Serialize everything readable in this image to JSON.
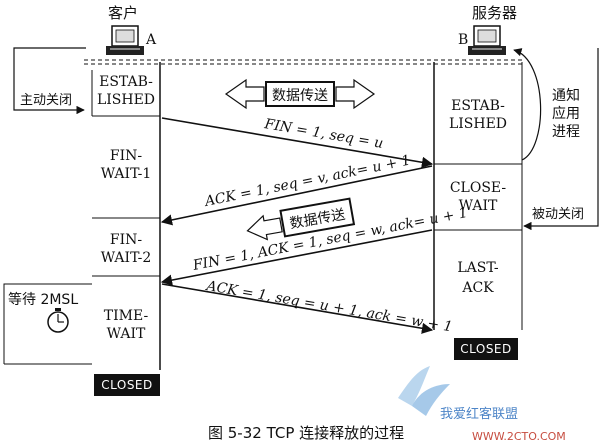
{
  "hosts": {
    "client_label": "客户",
    "server_label": "服务器",
    "client_id": "A",
    "server_id": "B"
  },
  "client_states": [
    "ESTAB-|LISHED",
    "FIN-|WAIT-1",
    "FIN-|WAIT-2",
    "TIME-|WAIT"
  ],
  "server_states": [
    "ESTAB-|LISHED",
    "CLOSE-|WAIT",
    "LAST-|ACK"
  ],
  "closed_label": "CLOSED",
  "side_notes": {
    "active_close": "主动关闭",
    "passive_close": "被动关闭",
    "notify_app": [
      "通知",
      "应用",
      "进程"
    ],
    "wait_2msl": "等待 2MSL"
  },
  "data_transfer_label": "数据传送",
  "messages": [
    "FIN = 1, seq = u",
    "ACK = 1, seq = v, ack= u + 1",
    "FIN = 1, ACK = 1, seq = w, ack= u + 1",
    "ACK = 1, seq = u + 1, ack = w + 1"
  ],
  "caption": "图 5-32    TCP 连接释放的过程",
  "watermark": "我爱红客联盟",
  "watermark_url": "WWW.2CTO.COM"
}
